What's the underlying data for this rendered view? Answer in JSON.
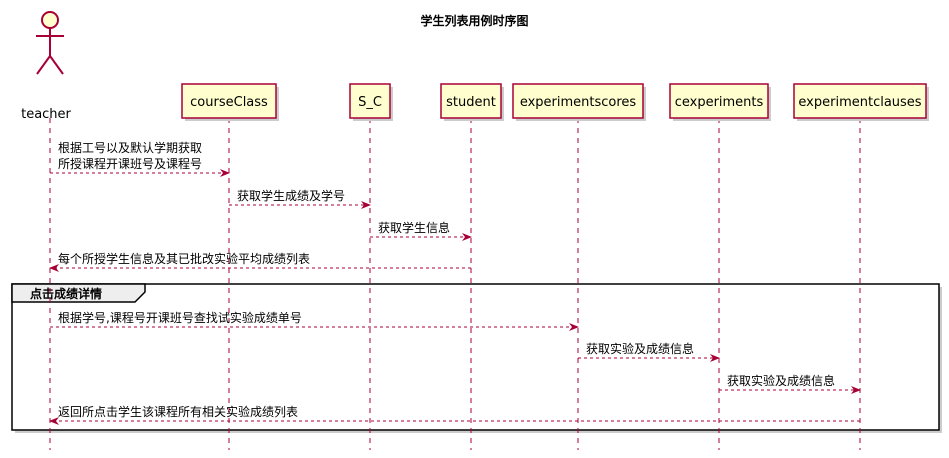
{
  "title": "学生列表用例时序图",
  "participants": [
    {
      "id": "teacher",
      "label": "teacher",
      "kind": "actor"
    },
    {
      "id": "courseClass",
      "label": "courseClass",
      "kind": "box"
    },
    {
      "id": "S_C",
      "label": "S_C",
      "kind": "box"
    },
    {
      "id": "student",
      "label": "student",
      "kind": "box"
    },
    {
      "id": "experimentscores",
      "label": "experimentscores",
      "kind": "box"
    },
    {
      "id": "cexperiments",
      "label": "cexperiments",
      "kind": "box"
    },
    {
      "id": "experimentclauses",
      "label": "experimentclauses",
      "kind": "box"
    }
  ],
  "messages": [
    {
      "from": "teacher",
      "to": "courseClass",
      "lines": [
        "根据工号以及默认学期获取",
        "所授课程开课班号及课程号"
      ]
    },
    {
      "from": "courseClass",
      "to": "S_C",
      "lines": [
        "获取学生成绩及学号"
      ]
    },
    {
      "from": "S_C",
      "to": "student",
      "lines": [
        "获取学生信息"
      ]
    },
    {
      "from": "student",
      "to": "teacher",
      "lines": [
        "每个所授学生信息及其已批改实验平均成绩列表"
      ]
    },
    {
      "from": "teacher",
      "to": "experimentscores",
      "lines": [
        "根据学号,课程号开课班号查找试实验成绩单号"
      ]
    },
    {
      "from": "experimentscores",
      "to": "cexperiments",
      "lines": [
        "获取实验及成绩信息"
      ]
    },
    {
      "from": "cexperiments",
      "to": "experimentclauses",
      "lines": [
        "获取实验及成绩信息"
      ]
    },
    {
      "from": "experimentclauses",
      "to": "teacher",
      "lines": [
        "返回所点击学生该课程所有相关实验成绩列表"
      ]
    }
  ],
  "group": {
    "label": "点击成绩详情",
    "first_message": 4,
    "last_message": 7
  },
  "colors": {
    "box_fill": "#FEFECE",
    "box_stroke": "#A80036",
    "arrow": "#A80036",
    "lifeline": "#A80036",
    "frame": "#000000",
    "frame_label_fill": "#EEEEEE"
  }
}
